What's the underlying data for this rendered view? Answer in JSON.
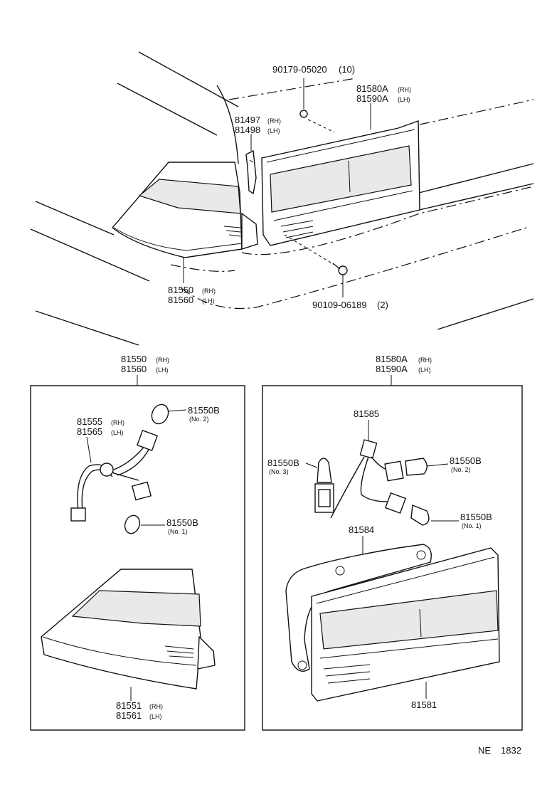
{
  "top_view": {
    "bolt": {
      "number": "90179-05020",
      "qty": "(10)"
    },
    "garnish_upper": {
      "rh": "81580A",
      "rh_tag": "(RH)",
      "lh": "81590A",
      "lh_tag": "(LH)"
    },
    "bracket": {
      "rh": "81497",
      "rh_tag": "(RH)",
      "lh": "81498",
      "lh_tag": "(LH)"
    },
    "lamp": {
      "rh": "81550",
      "rh_tag": "(RH)",
      "lh": "81560",
      "lh_tag": "(LH)"
    },
    "screw": {
      "number": "90109-06189",
      "qty": "(2)"
    }
  },
  "left_box": {
    "header": {
      "rh": "81550",
      "rh_tag": "(RH)",
      "lh": "81560",
      "lh_tag": "(LH)"
    },
    "socket": {
      "rh": "81555",
      "rh_tag": "(RH)",
      "lh": "81565",
      "lh_tag": "(LH)"
    },
    "bulb_no2": {
      "number": "81550B",
      "note": "(No. 2)"
    },
    "bulb_no1": {
      "number": "81550B",
      "note": "(No. 1)"
    },
    "lens": {
      "rh": "81551",
      "rh_tag": "(RH)",
      "lh": "81561",
      "lh_tag": "(LH)"
    }
  },
  "right_box": {
    "header": {
      "rh": "81580A",
      "rh_tag": "(RH)",
      "lh": "81590A",
      "lh_tag": "(LH)"
    },
    "socket": {
      "number": "81585"
    },
    "bulb_no3": {
      "number": "81550B",
      "note": "(No. 3)"
    },
    "bulb_no2": {
      "number": "81550B",
      "note": "(No. 2)"
    },
    "bulb_no1": {
      "number": "81550B",
      "note": "(No. 1)"
    },
    "gasket": {
      "number": "81584"
    },
    "lens": {
      "number": "81581"
    }
  },
  "footer": {
    "code": "NE",
    "number": "1832"
  }
}
